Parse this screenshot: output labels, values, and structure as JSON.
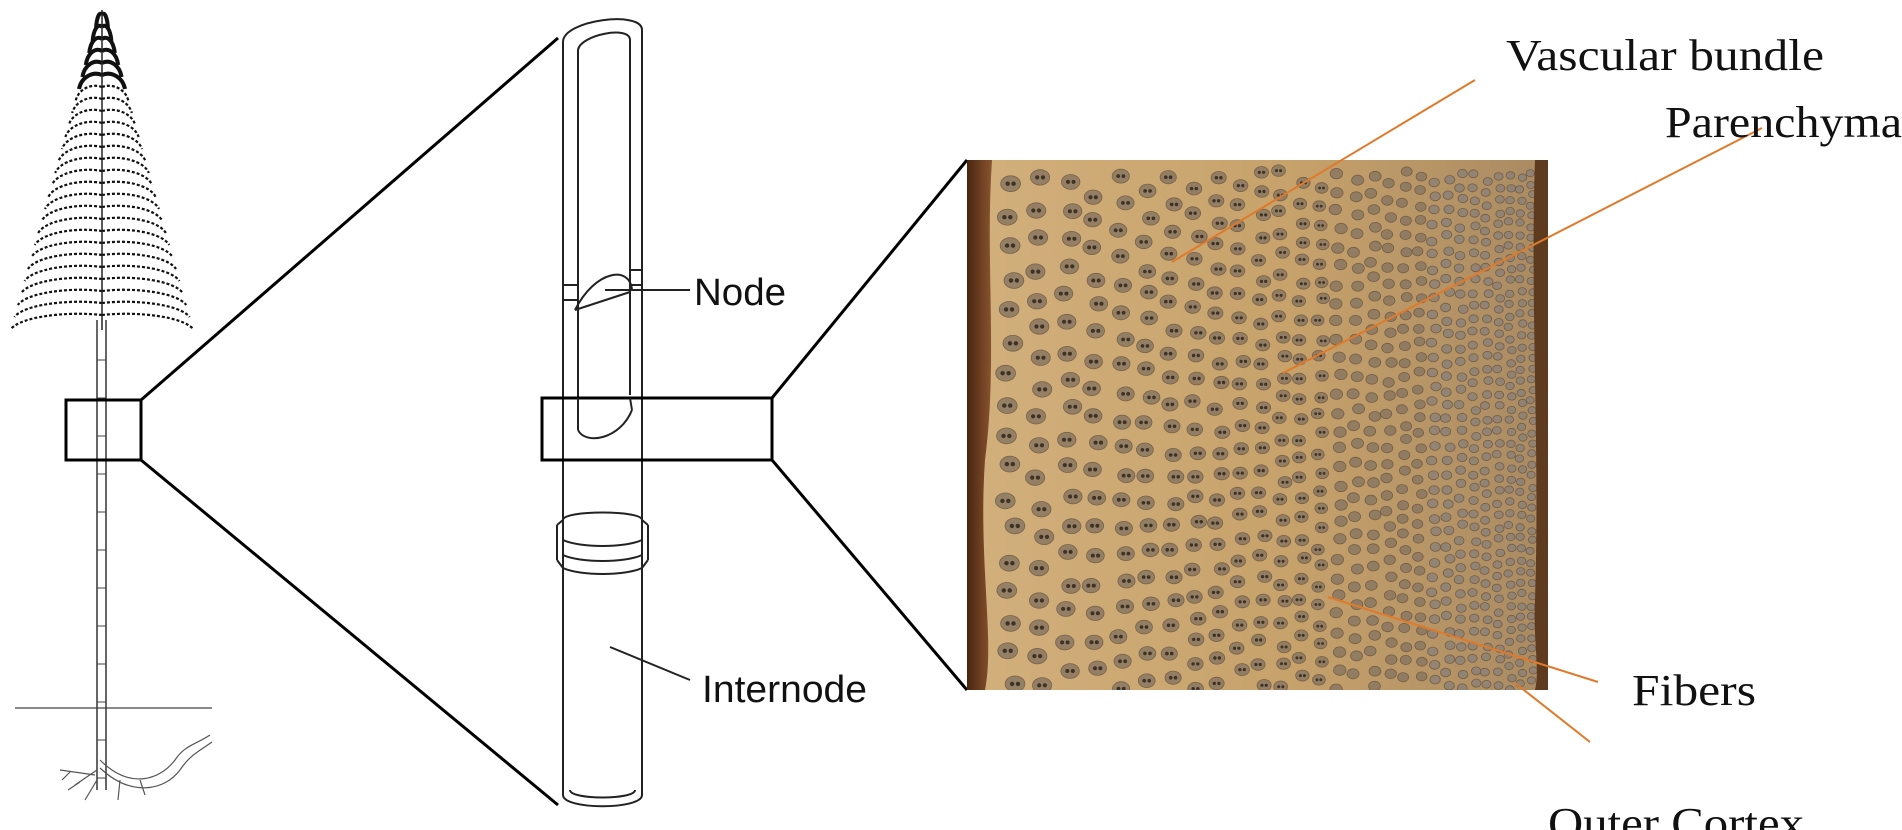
{
  "labels": {
    "node": "Node",
    "internode": "Internode",
    "vascular_bundle": "Vascular bundle",
    "parenchyma": "Parenchyma",
    "fibers": "Fibers",
    "outer_cortex": "Outer Cortex"
  },
  "colors": {
    "line": "#1a1a1a",
    "leader": "#e07a2a",
    "tissue": "#c9a572",
    "tissue_dark": "#a27b45",
    "cortex": "#6b3a1c",
    "pore": "#7a6a5a"
  }
}
